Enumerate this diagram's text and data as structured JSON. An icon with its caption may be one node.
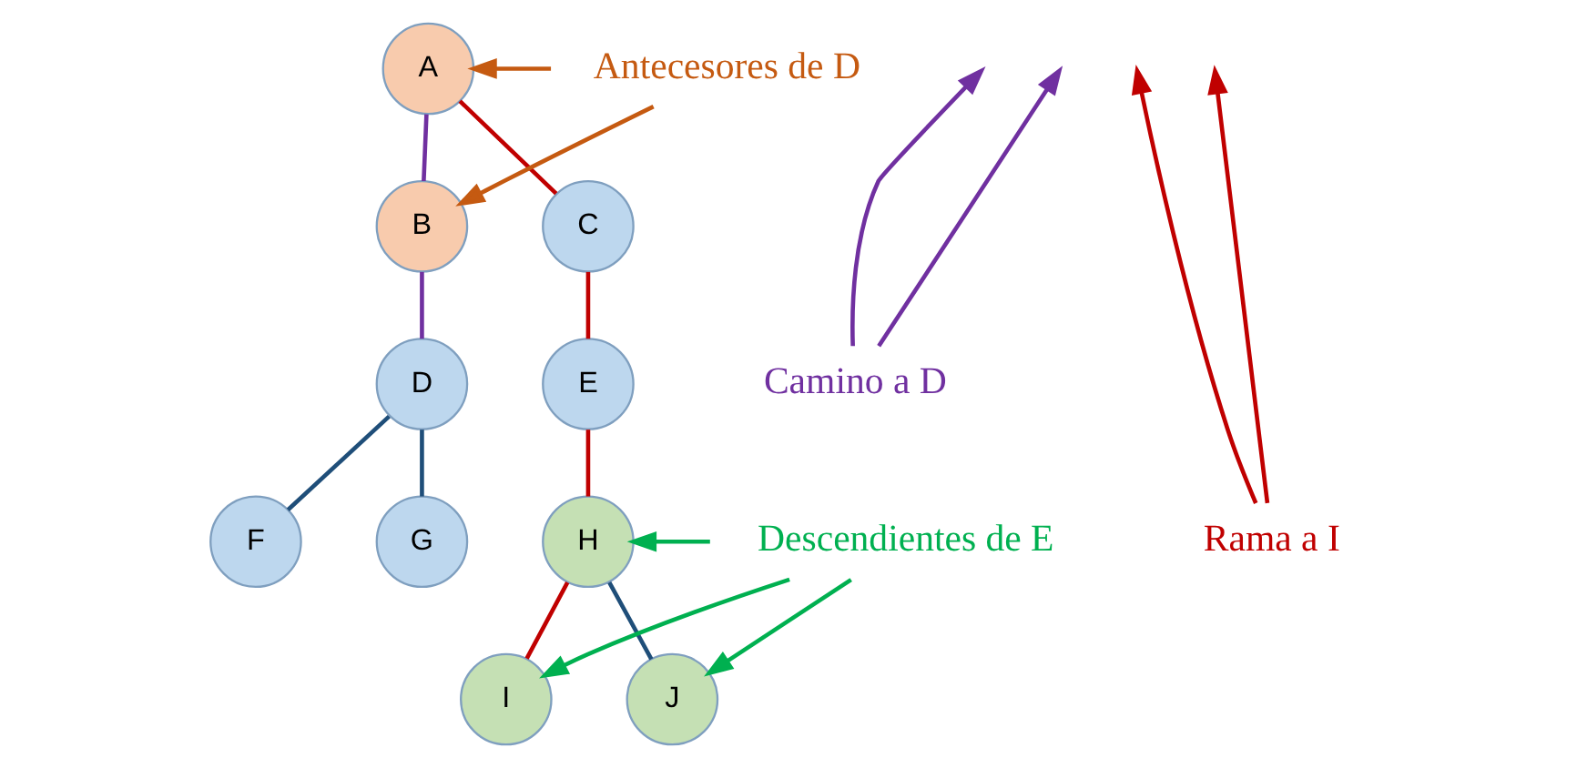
{
  "diagram": {
    "nodes": [
      {
        "text": [
          "A"
        ]
      },
      {
        "text": [
          "B"
        ]
      },
      {
        "text": [
          "C"
        ]
      },
      {
        "text": [
          "D"
        ]
      },
      {
        "text": [
          "E"
        ]
      },
      {
        "text": [
          "F"
        ]
      },
      {
        "text": [
          "G"
        ]
      },
      {
        "text": [
          "H"
        ]
      },
      {
        "text": [
          "I"
        ]
      },
      {
        "text": [
          "J"
        ]
      },
      {
        "text": [
          "Antecesores de D"
        ]
      },
      {
        "text": [
          "Camino a D"
        ]
      },
      {
        "text": [
          "Rama a I"
        ]
      },
      {
        "text": [
          "Descendientes de E"
        ]
      }
    ],
    "edges": [
      {
        "from": 0,
        "to": 1,
        "arrow": "none",
        "color": "#7030a0"
      },
      {
        "from": 0,
        "to": 2,
        "arrow": "none"
      },
      {
        "from": 1,
        "to": 3,
        "arrow": "none",
        "color": "#7030a0"
      },
      {
        "from": 2,
        "to": 4,
        "arrow": "none"
      },
      {
        "from": 3,
        "to": 5,
        "arrow": "none",
        "color": "#1f4e79"
      },
      {
        "from": 3,
        "to": 6,
        "arrow": "none",
        "color": "#1f4e79"
      },
      {
        "from": 4,
        "to": 7,
        "arrow": "none"
      },
      {
        "from": 7,
        "to": 8,
        "arrow": "none"
      },
      {
        "from": 7,
        "to": 9,
        "arrow": "none",
        "color": "#1f4e79"
      },
      {
        "from": 10,
        "to": 0,
        "arrow": "to",
        "color": "#c55a11"
      },
      {
        "from": 10,
        "to": 1,
        "arrow": "to",
        "color": "#c55a11"
      },
      {
        "from": 11,
        "to": null,
        "arrow": "to",
        "color": "#7030a0"
      },
      {
        "from": 11,
        "to": null,
        "arrow": "to",
        "color": "#7030a0"
      },
      {
        "from": 12,
        "to": null,
        "arrow": "to"
      },
      {
        "from": 12,
        "to": null,
        "arrow": "to"
      },
      {
        "from": 13,
        "to": 7,
        "arrow": "to",
        "color": "#00b050"
      },
      {
        "from": 13,
        "to": 8,
        "arrow": "to",
        "color": "#00b050"
      },
      {
        "from": 13,
        "to": 9,
        "arrow": "to",
        "color": "#00b050"
      }
    ]
  }
}
